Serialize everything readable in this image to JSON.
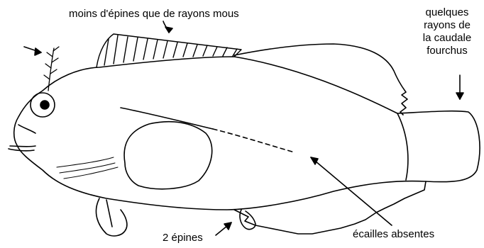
{
  "labels": {
    "dorsal_spines": "moins d'épines que de rayons mous",
    "caudal_rays": [
      "quelques",
      "rayons de",
      "la caudale",
      "fourchus"
    ],
    "pelvic_spines": "2 épines",
    "scales": "écailles absentes"
  },
  "colors": {
    "ink": "#000000",
    "background": "#ffffff"
  }
}
